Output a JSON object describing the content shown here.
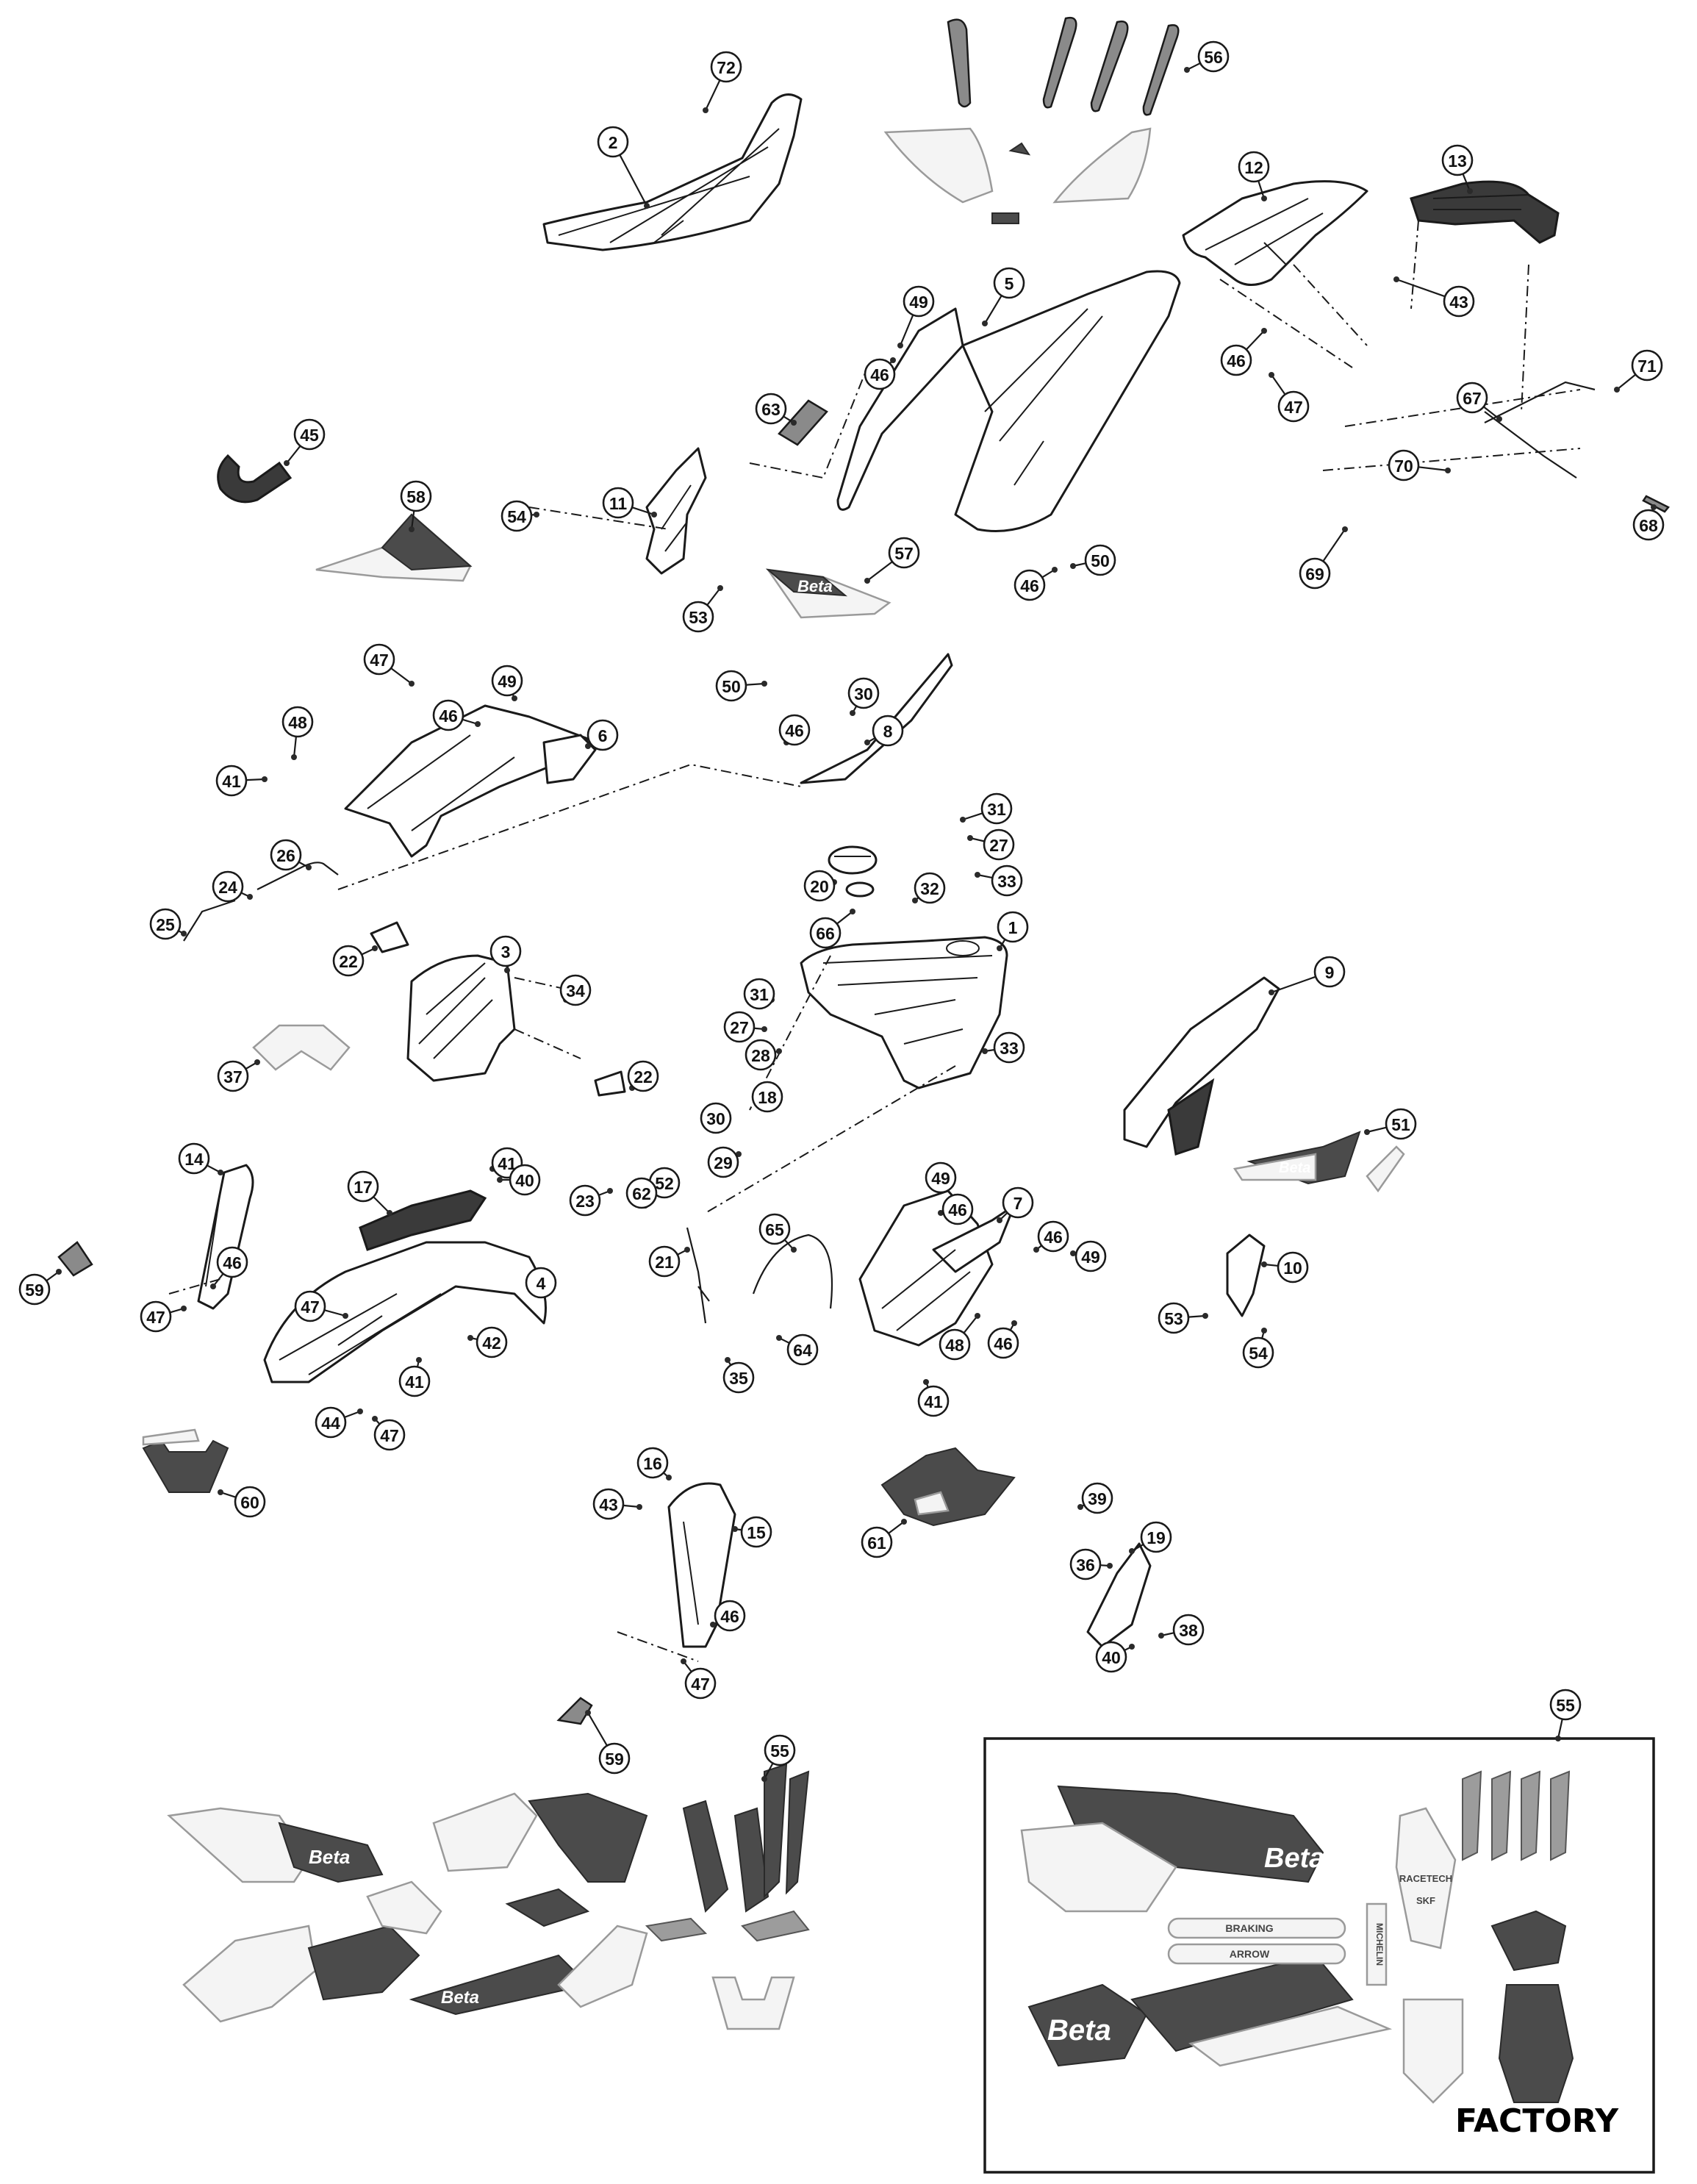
{
  "inset": {
    "label": "FACTORY"
  },
  "callouts": [
    "72",
    "2",
    "56",
    "12",
    "13",
    "5",
    "49",
    "46",
    "43",
    "63",
    "46",
    "47",
    "67",
    "71",
    "45",
    "70",
    "58",
    "11",
    "54",
    "68",
    "69",
    "57",
    "46",
    "50",
    "53",
    "47",
    "49",
    "50",
    "30",
    "48",
    "46",
    "6",
    "46",
    "8",
    "41",
    "26",
    "31",
    "27",
    "24",
    "20",
    "32",
    "33",
    "25",
    "66",
    "1",
    "22",
    "3",
    "34",
    "31",
    "9",
    "27",
    "28",
    "18",
    "37",
    "33",
    "22",
    "30",
    "29",
    "14",
    "41",
    "23",
    "52",
    "40",
    "62",
    "51",
    "17",
    "49",
    "46",
    "7",
    "65",
    "46",
    "49",
    "59",
    "46",
    "4",
    "10",
    "47",
    "21",
    "48",
    "47",
    "42",
    "53",
    "46",
    "54",
    "41",
    "64",
    "35",
    "41",
    "44",
    "47",
    "16",
    "39",
    "43",
    "15",
    "19",
    "60",
    "61",
    "36",
    "46",
    "38",
    "40",
    "47",
    "59",
    "55",
    "55"
  ],
  "decal_text": {
    "brand": "Beta",
    "sponsor_1": "BRAKING",
    "sponsor_2": "ARROW",
    "sponsor_3": "MICHELIN",
    "sponsor_4": "RACETECH",
    "sponsor_5": "SKF"
  },
  "colors": {
    "line": "#1a1a1a",
    "decal_dark": "#4b4b4b",
    "decal_light": "#f4f4f4",
    "background": "#ffffff"
  }
}
